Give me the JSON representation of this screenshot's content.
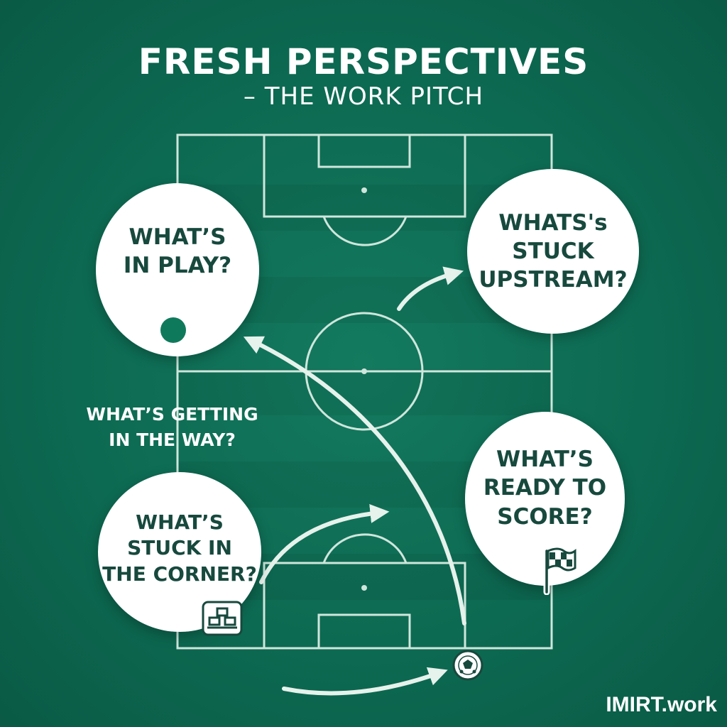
{
  "header": {
    "title": "FRESH PERSPECTIVES",
    "subtitle": "– THE WORK PITCH"
  },
  "questions": {
    "in_play": "WHAT’S\nIN PLAY?",
    "stuck_upstream": "WHATS's\nSTUCK\nUPSTREAM?",
    "getting_in_way": "WHAT’S GETTING\nIN THE WAY?",
    "ready_to_score": "WHAT’S\nREADY TO\nSCORE?",
    "stuck_in_corner": "WHAT’S\nSTUCK IN\nTHE CORNER?"
  },
  "brand": "IMIRT.work",
  "colors": {
    "background": "#0d6a52",
    "pitch_line": "#cfe6dc",
    "bubble": "#ffffff",
    "bubble_text": "#17493d"
  },
  "icons": [
    "ball-icon",
    "flag-icon",
    "blocks-icon",
    "soccer-ball-icon"
  ]
}
